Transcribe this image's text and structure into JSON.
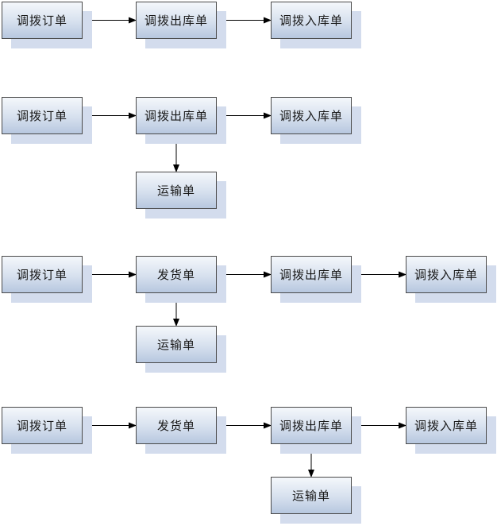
{
  "colors": {
    "box_top": "#f4f7fb",
    "box_bottom": "#b7c7df",
    "shadow": "#d3dced",
    "border": "#4a4a4a",
    "arrow": "#000000"
  },
  "flows": [
    {
      "id": "flow-1",
      "nodes": [
        {
          "id": "f1-order",
          "label": "调拨订单"
        },
        {
          "id": "f1-out",
          "label": "调拨出库单"
        },
        {
          "id": "f1-in",
          "label": "调拨入库单"
        }
      ],
      "edges": [
        {
          "from": "f1-order",
          "to": "f1-out"
        },
        {
          "from": "f1-out",
          "to": "f1-in"
        }
      ]
    },
    {
      "id": "flow-2",
      "nodes": [
        {
          "id": "f2-order",
          "label": "调拨订单"
        },
        {
          "id": "f2-out",
          "label": "调拨出库单"
        },
        {
          "id": "f2-in",
          "label": "调拨入库单"
        },
        {
          "id": "f2-ship",
          "label": "运输单"
        }
      ],
      "edges": [
        {
          "from": "f2-order",
          "to": "f2-out"
        },
        {
          "from": "f2-out",
          "to": "f2-in"
        },
        {
          "from": "f2-out",
          "to": "f2-ship"
        }
      ]
    },
    {
      "id": "flow-3",
      "nodes": [
        {
          "id": "f3-order",
          "label": "调拨订单"
        },
        {
          "id": "f3-delivery",
          "label": "发货单"
        },
        {
          "id": "f3-out",
          "label": "调拨出库单"
        },
        {
          "id": "f3-in",
          "label": "调拨入库单"
        },
        {
          "id": "f3-ship",
          "label": "运输单"
        }
      ],
      "edges": [
        {
          "from": "f3-order",
          "to": "f3-delivery"
        },
        {
          "from": "f3-delivery",
          "to": "f3-out"
        },
        {
          "from": "f3-out",
          "to": "f3-in"
        },
        {
          "from": "f3-delivery",
          "to": "f3-ship"
        }
      ]
    },
    {
      "id": "flow-4",
      "nodes": [
        {
          "id": "f4-order",
          "label": "调拨订单"
        },
        {
          "id": "f4-delivery",
          "label": "发货单"
        },
        {
          "id": "f4-out",
          "label": "调拨出库单"
        },
        {
          "id": "f4-in",
          "label": "调拨入库单"
        },
        {
          "id": "f4-ship",
          "label": "运输单"
        }
      ],
      "edges": [
        {
          "from": "f4-order",
          "to": "f4-delivery"
        },
        {
          "from": "f4-delivery",
          "to": "f4-out"
        },
        {
          "from": "f4-out",
          "to": "f4-in"
        },
        {
          "from": "f4-out",
          "to": "f4-ship"
        }
      ]
    }
  ]
}
